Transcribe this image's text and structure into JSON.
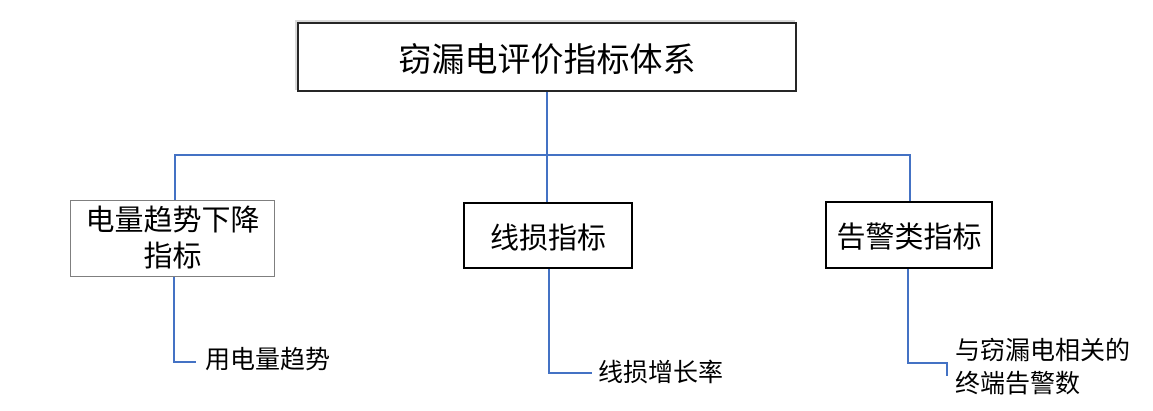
{
  "diagram": {
    "root": {
      "label": "窃漏电评价指标体系"
    },
    "branches": {
      "power_trend": {
        "line1": "电量趋势下降",
        "line2": "指标"
      },
      "line_loss": {
        "label": "线损指标"
      },
      "alarm": {
        "label": "告警类指标"
      }
    },
    "leaves": {
      "power_trend": {
        "label": "用电量趋势"
      },
      "line_loss": {
        "label": "线损增长率"
      },
      "alarm": {
        "line1": "与窃漏电相关的",
        "line2": "终端告警数"
      }
    },
    "colors": {
      "connector": "#4472C4",
      "box_border_dark": "#000000",
      "box_border_root": "#262626",
      "box_border_gray": "#7F7F7F",
      "background": "#FFFFFF",
      "text": "#000000"
    }
  }
}
